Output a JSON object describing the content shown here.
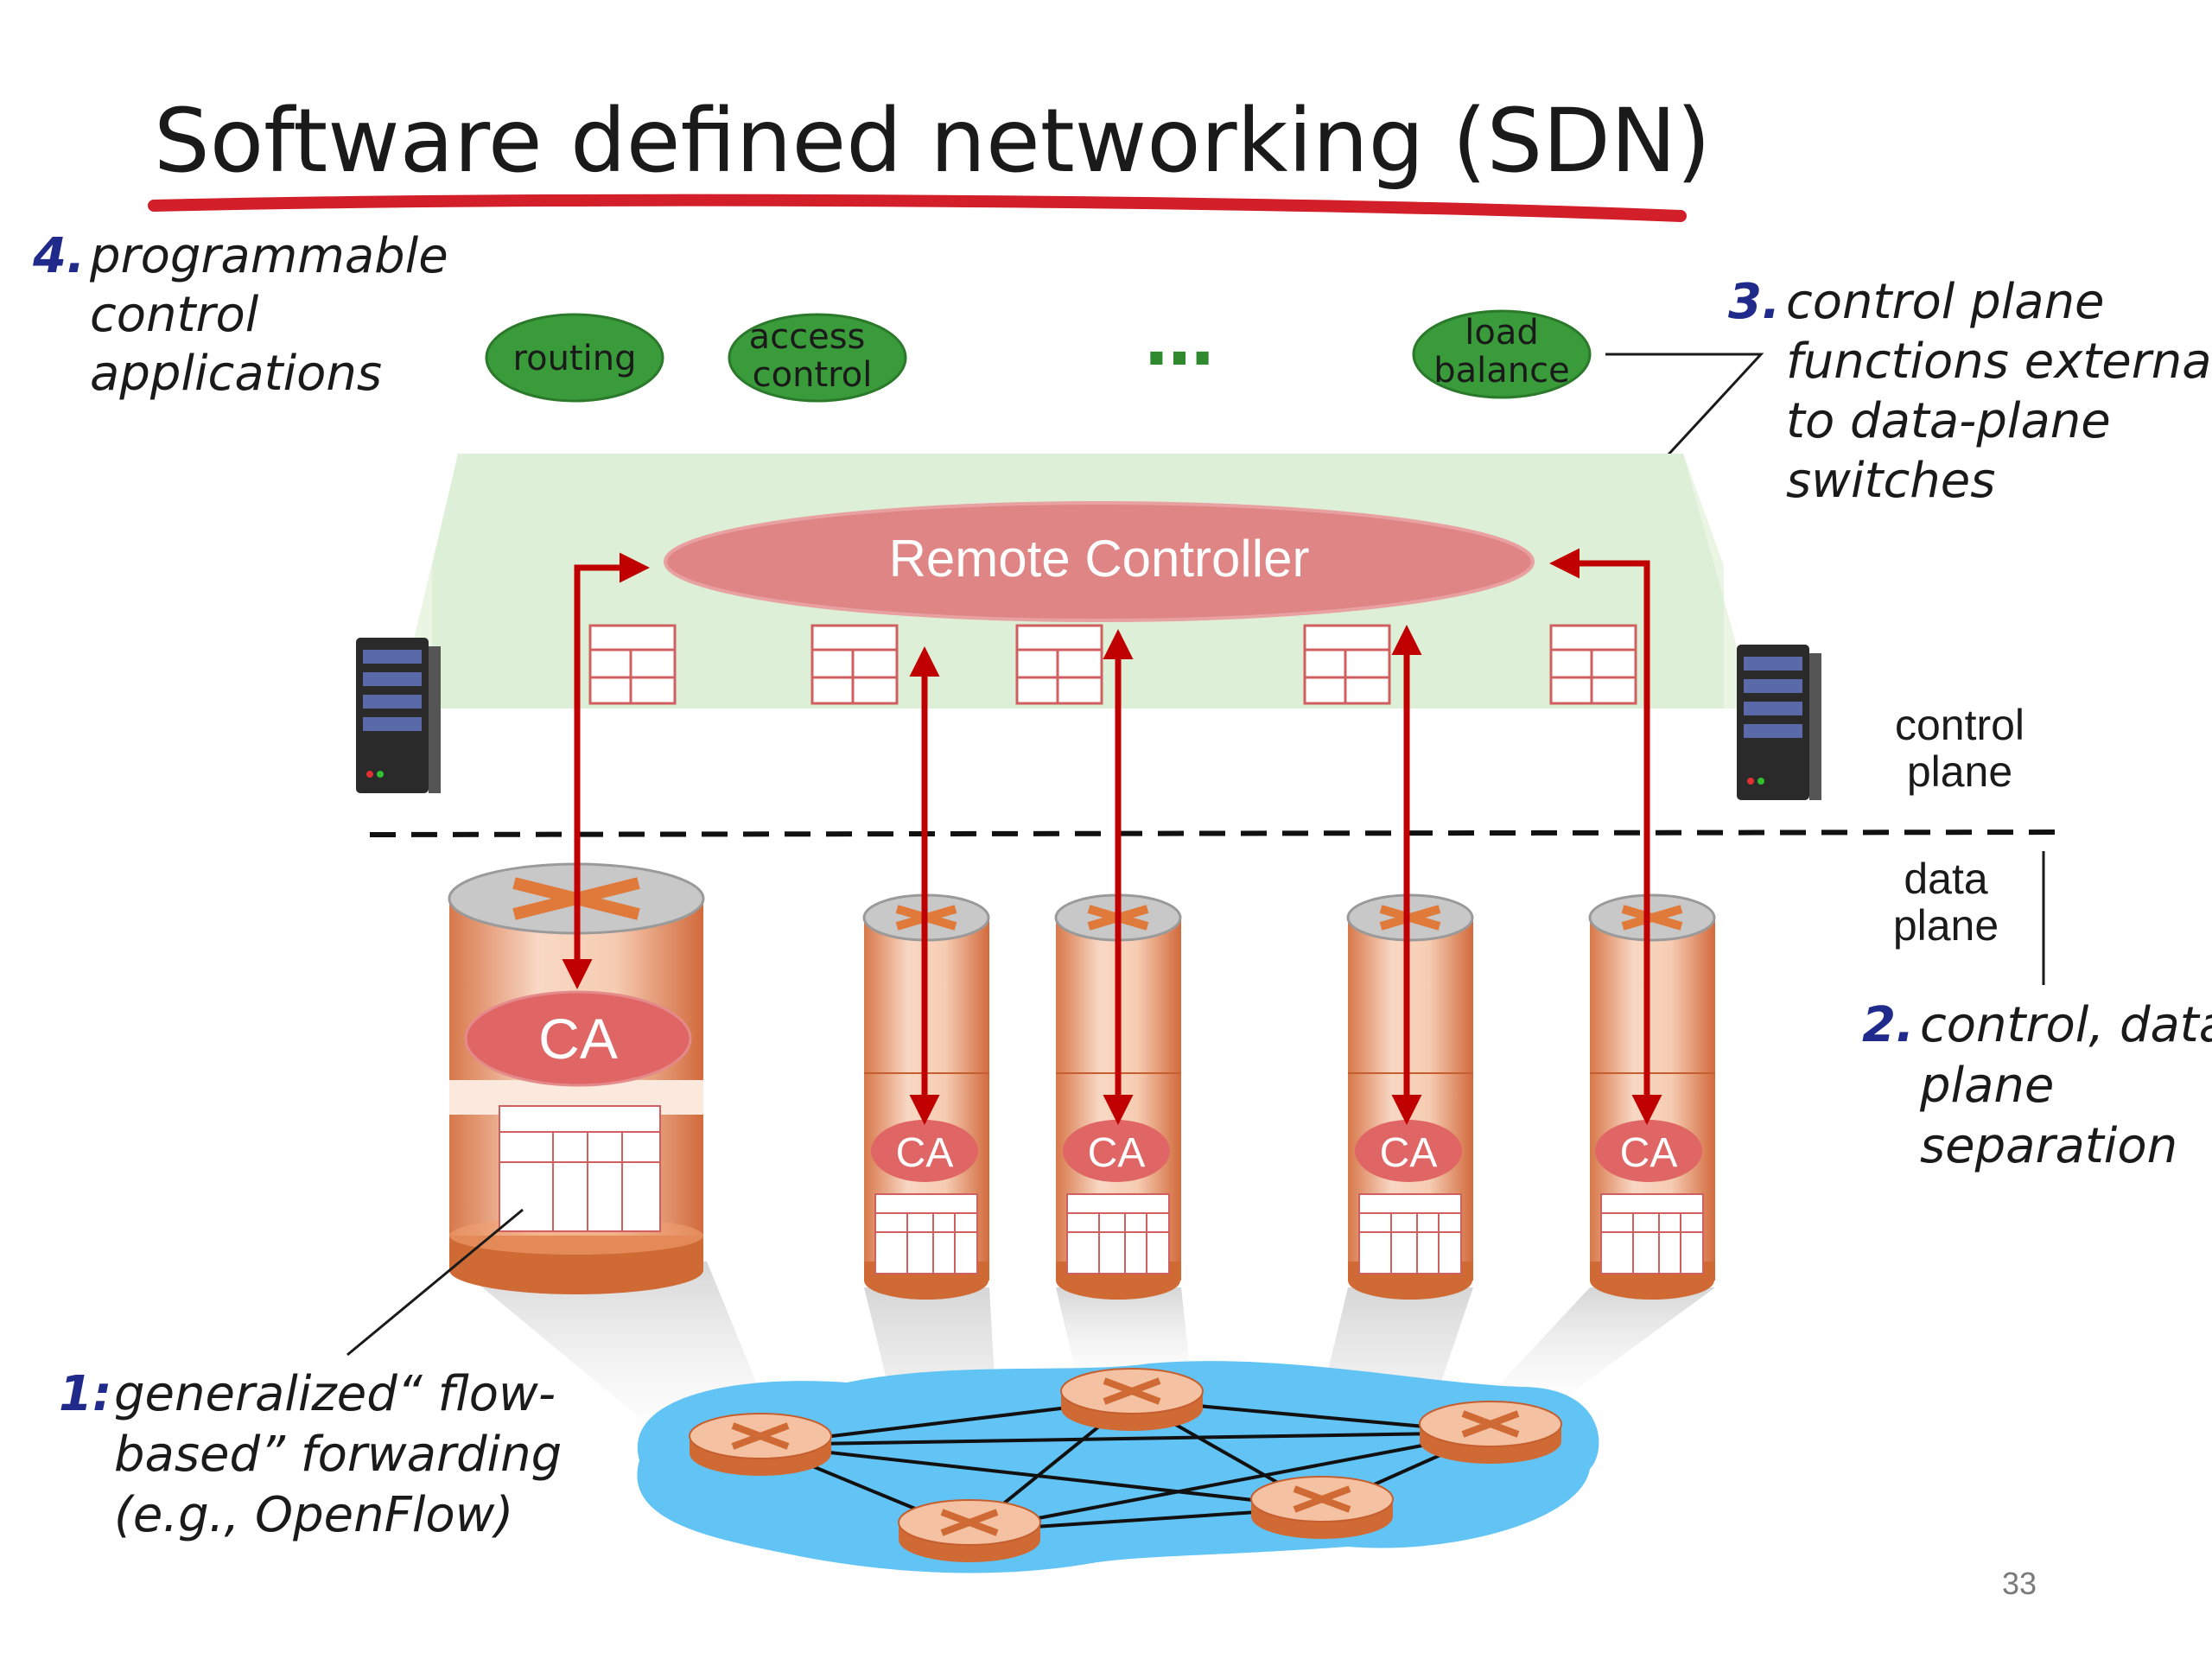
{
  "slide": {
    "title": "Software defined networking (SDN)",
    "page_number": "33"
  },
  "notes": {
    "n4": {
      "num": "4.",
      "lines": [
        "programmable",
        "control",
        "applications"
      ]
    },
    "n3": {
      "num": "3.",
      "lines": [
        "control plane",
        "functions external",
        "to data-plane",
        "switches"
      ]
    },
    "n2": {
      "num": "2.",
      "lines": [
        "control, data",
        "plane",
        "separation"
      ]
    },
    "n1": {
      "num": "1:",
      "lines": [
        "generalized“ flow-",
        "based” forwarding",
        "(e.g., OpenFlow)"
      ]
    }
  },
  "apps": [
    {
      "lines": [
        "routing"
      ]
    },
    {
      "lines": [
        "access",
        "control"
      ]
    },
    {
      "lines": [
        "load",
        "balance"
      ]
    }
  ],
  "apps_ellipsis": "…",
  "controller": {
    "label": "Remote Controller"
  },
  "planes": {
    "control": [
      "control",
      "plane"
    ],
    "data": [
      "data",
      "plane"
    ]
  },
  "switch_agent_label": "CA",
  "colors": {
    "app_fill": "#3a9b3a",
    "controller_fill": "#e08585",
    "plane_fill": "#ddefd6",
    "arrow": "#c00000",
    "underline": "#d21f2a",
    "number_blue": "#1f2a8a",
    "network_blue": "#62c4f5",
    "switch_orange": "#e07a3a"
  }
}
